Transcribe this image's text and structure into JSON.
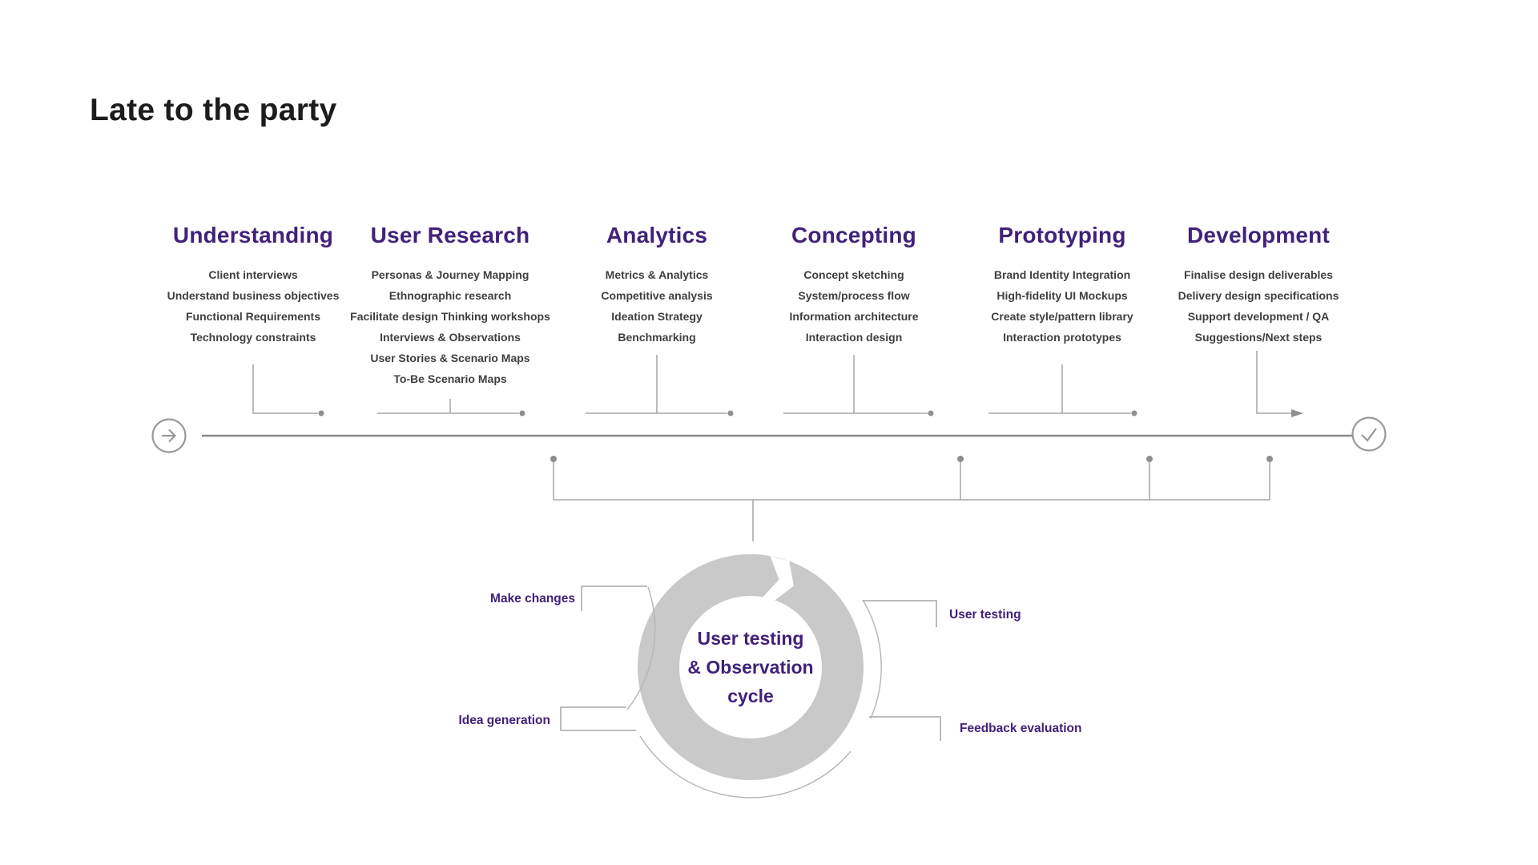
{
  "title": "Late to the party",
  "theme": {
    "accent_purple": "#41217a",
    "title_color": "#1c1c1c",
    "item_text_color": "#3f3f3f",
    "line_gray": "#a6a6a6",
    "timeline_gray": "#8a8a8a",
    "ring_gray": "#c9c9c9"
  },
  "columns": [
    {
      "title": "Understanding",
      "items": [
        "Client interviews",
        "Understand business objectives",
        "Functional Requirements",
        "Technology constraints"
      ]
    },
    {
      "title": "User Research",
      "items": [
        "Personas & Journey Mapping",
        "Ethnographic research",
        "Facilitate design Thinking workshops",
        "Interviews & Observations",
        "User Stories & Scenario Maps",
        "To-Be Scenario Maps"
      ]
    },
    {
      "title": "Analytics",
      "items": [
        "Metrics & Analytics",
        "Competitive analysis",
        "Ideation Strategy",
        "Benchmarking"
      ]
    },
    {
      "title": "Concepting",
      "items": [
        "Concept sketching",
        "System/process flow",
        "Information architecture",
        "Interaction design"
      ]
    },
    {
      "title": "Prototyping",
      "items": [
        "Brand Identity Integration",
        "High-fidelity UI Mockups",
        "Create style/pattern library",
        "Interaction prototypes"
      ]
    },
    {
      "title": "Development",
      "items": [
        "Finalise design deliverables",
        "Delivery design specifications",
        "Support development / QA",
        "Suggestions/Next steps"
      ]
    }
  ],
  "timeline": {
    "start_icon": "arrow-right-circle",
    "end_icon": "check-circle"
  },
  "cycle": {
    "center_lines": [
      "User testing",
      "& Observation",
      "cycle"
    ],
    "labels": {
      "make_changes": "Make changes",
      "user_testing": "User testing",
      "idea_generation": "Idea generation",
      "feedback_evaluation": "Feedback evaluation"
    }
  }
}
